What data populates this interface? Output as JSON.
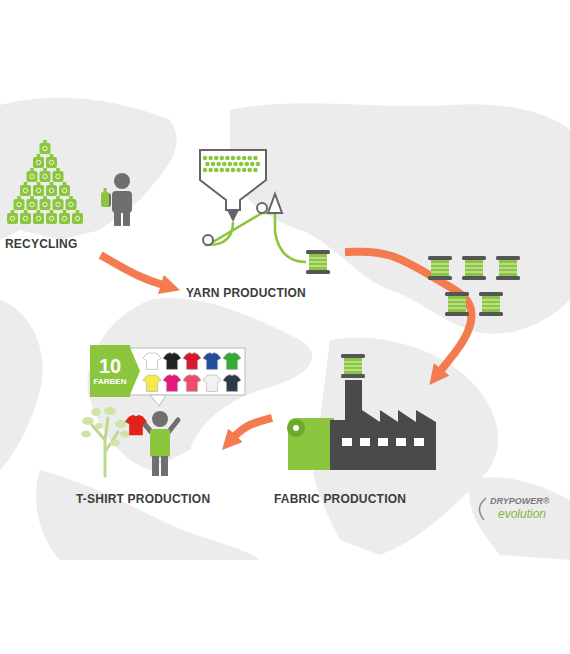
{
  "diagram": {
    "nodes": [
      {
        "text": [
          "RECYCLING"
        ]
      },
      {
        "text": [
          "YARN PRODUCTION"
        ]
      },
      {
        "text": [
          "FABRIC PRODUCTION"
        ]
      },
      {
        "text": [
          "T-SHIRT PRODUCTION"
        ]
      },
      {
        "text": [
          "10",
          "FARBEN"
        ]
      }
    ],
    "edges": [
      {
        "from": 0,
        "to": 1,
        "arrow": "to"
      },
      {
        "from": 1,
        "to": 2,
        "arrow": "to"
      },
      {
        "from": 2,
        "to": 3,
        "arrow": "to"
      }
    ],
    "labels": [
      "DRYPOWER®",
      "evolution"
    ]
  }
}
